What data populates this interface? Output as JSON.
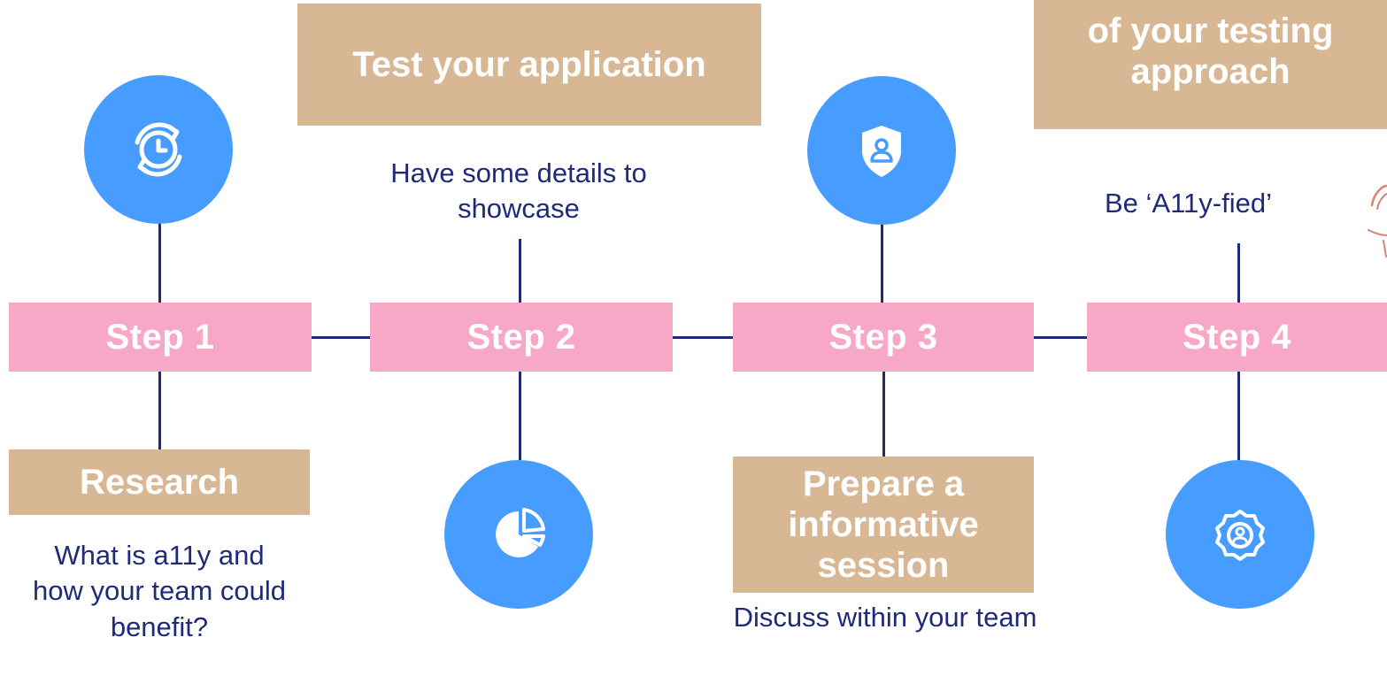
{
  "steps": [
    {
      "label": "Step 1",
      "card_title": "Research",
      "description": "What is a11y and how your team could benefit?",
      "icon": "clock-refresh-icon"
    },
    {
      "label": "Step 2",
      "card_title": "Test your application",
      "description": "Have some details to showcase",
      "icon": "pie-chart-icon"
    },
    {
      "label": "Step 3",
      "card_title": "Prepare a informative session",
      "description": "Discuss within your team",
      "icon": "shield-user-icon"
    },
    {
      "label": "Step 4",
      "card_title": "of your testing approach",
      "description": "Be ‘A11y-fied’",
      "icon": "award-badge-icon"
    }
  ],
  "colors": {
    "step_bar": "#f7a8c6",
    "card": "#d8b795",
    "icon_circle": "#479cff",
    "line": "#1f2a7a",
    "text_dark": "#1f2a7a"
  }
}
